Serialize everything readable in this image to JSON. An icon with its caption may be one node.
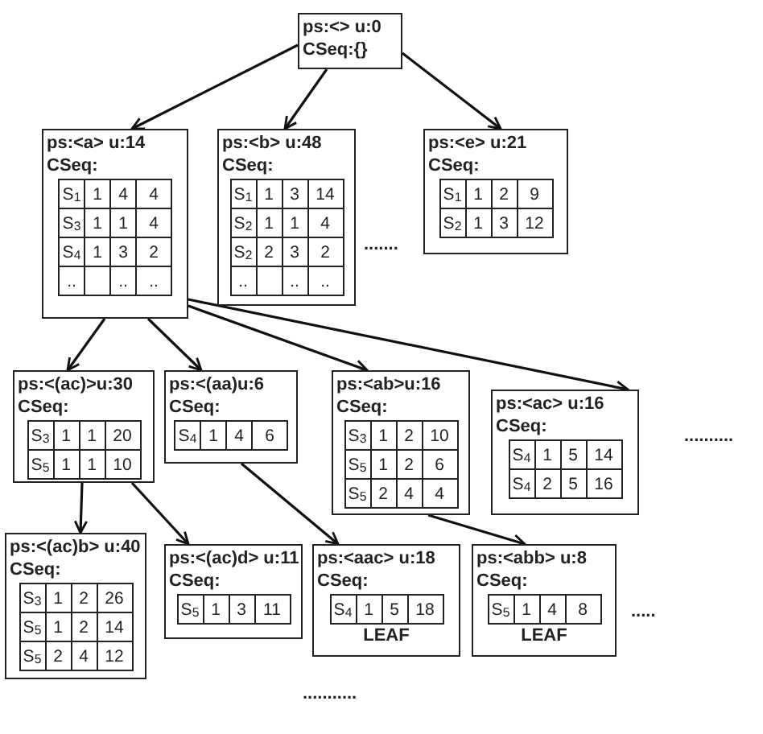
{
  "diagram": {
    "nodes": [
      {
        "text": [
          "ps:<> u:0",
          "CSeq:{}"
        ]
      },
      {
        "text": [
          "ps:<a> u:14",
          "CSeq:",
          "S$_{1}$",
          "1",
          "4",
          "4",
          "S$_{3}$",
          "1",
          "1",
          "4",
          "S$_{4}$",
          "1",
          "3",
          "2",
          "..",
          "..",
          ".."
        ]
      },
      {
        "text": [
          "ps:<b> u:48",
          "CSeq:",
          "S$_{1}$",
          "1",
          "3",
          "14",
          "S$_{2}$",
          "1",
          "1",
          "4",
          "S$_{2}$",
          "2",
          "3",
          "2",
          "..",
          "..",
          ".."
        ]
      },
      {
        "text": [
          "ps:<e> u:21",
          "CSeq:",
          "S$_{1}$",
          "1",
          "2",
          "9",
          "S$_{2}$",
          "1",
          "3",
          "12"
        ]
      },
      {
        "text": [
          "ps:<(ac)>u:30",
          "CSeq:",
          "S$_{3}$",
          "1",
          "1",
          "20",
          "S$_{5}$",
          "1",
          "1",
          "10"
        ]
      },
      {
        "text": [
          "ps:<(aa)u:6",
          "CSeq:",
          "S$_{4}$",
          "1",
          "4",
          "6"
        ]
      },
      {
        "text": [
          "ps:<ab>u:16",
          "CSeq:",
          "S$_{3}$",
          "1",
          "2",
          "10",
          "S$_{5}$",
          "1",
          "2",
          "6",
          "S$_{5}$",
          "2",
          "4",
          "4"
        ]
      },
      {
        "text": [
          "ps:<ac> u:16",
          "CSeq:",
          "S$_{4}$",
          "1",
          "5",
          "14",
          "S$_{4}$",
          "2",
          "5",
          "16"
        ]
      },
      {
        "text": [
          "ps:<(ac)b> u:40",
          "CSeq:",
          "S$_{3}$",
          "1",
          "2",
          "26",
          "S$_{5}$",
          "1",
          "2",
          "14",
          "S$_{5}$",
          "2",
          "4",
          "12"
        ]
      },
      {
        "text": [
          "ps:<(ac)d> u:11",
          "CSeq:",
          "S$_{5}$",
          "1",
          "3",
          "11"
        ]
      },
      {
        "text": [
          "ps:<aac> u:18",
          "CSeq:",
          "S$_{4}$",
          "1",
          "5",
          "18",
          "LEAF"
        ]
      },
      {
        "text": [
          "ps:<abb> u:8",
          "CSeq:",
          "S$_{5}$",
          "1",
          "4",
          "8",
          "LEAF"
        ]
      }
    ],
    "edges": [
      {
        "from": 0,
        "to": 1,
        "arrow": "to"
      },
      {
        "from": 0,
        "to": 2,
        "arrow": "to"
      },
      {
        "from": 0,
        "to": 3,
        "arrow": "to"
      },
      {
        "from": 1,
        "to": 4,
        "arrow": "to"
      },
      {
        "from": 1,
        "to": 5,
        "arrow": "to"
      },
      {
        "from": 1,
        "to": 6,
        "arrow": "to"
      },
      {
        "from": 1,
        "to": 7,
        "arrow": "to"
      },
      {
        "from": 4,
        "to": 8,
        "arrow": "to"
      },
      {
        "from": 4,
        "to": 9,
        "arrow": "to"
      },
      {
        "from": 5,
        "to": 10,
        "arrow": "to"
      },
      {
        "from": 6,
        "to": 11,
        "arrow": "to"
      }
    ],
    "labels": [
      ".......",
      "..........",
      ".....",
      "..........."
    ]
  }
}
